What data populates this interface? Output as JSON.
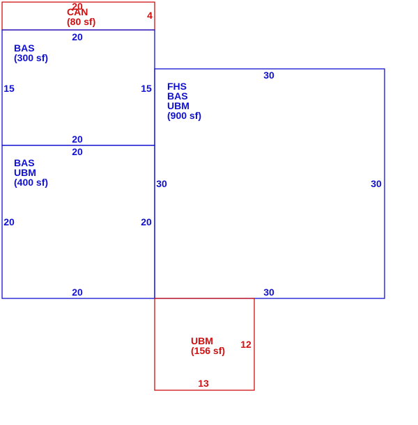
{
  "colors": {
    "blue": "#1010d0",
    "red": "#d01010"
  },
  "areas": {
    "can": {
      "code": "CAN",
      "area": "(80 sf)",
      "dim_top": "20",
      "dim_right": "4"
    },
    "bas_top": {
      "code1": "BAS",
      "area": "(300 sf)",
      "dim_top": "20",
      "dim_left": "15",
      "dim_right": "15",
      "dim_bottom": "20"
    },
    "bas_ubm": {
      "code1": "BAS",
      "code2": "UBM",
      "area": "(400 sf)",
      "dim_top": "20",
      "dim_left": "20",
      "dim_right": "20",
      "dim_bottom": "20"
    },
    "fhs": {
      "code1": "FHS",
      "code2": "BAS",
      "code3": "UBM",
      "area": "(900 sf)",
      "dim_top": "30",
      "dim_left": "30",
      "dim_right": "30",
      "dim_bottom": "30"
    },
    "ubm": {
      "code1": "UBM",
      "area": "(156 sf)",
      "dim_right": "12",
      "dim_bottom": "13"
    }
  }
}
